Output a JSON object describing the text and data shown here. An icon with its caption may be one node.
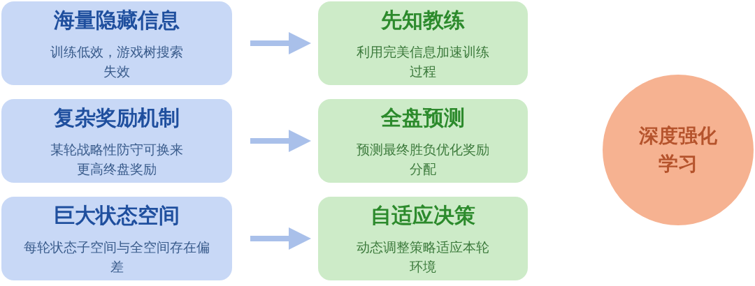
{
  "diagram": {
    "nodes": [
      {
        "text": [
          "海量隐藏信息",
          "训练低效，游戏树搜索失效"
        ]
      },
      {
        "text": [
          "复杂奖励机制",
          "某轮战略性防守可换来更高终盘奖励"
        ]
      },
      {
        "text": [
          "巨大状态空间",
          "每轮状态子空间与全空间存在偏差"
        ]
      },
      {
        "text": [
          "先知教练",
          "利用完美信息加速训练过程"
        ]
      },
      {
        "text": [
          "全盘预测",
          "预测最终胜负优化奖励分配"
        ]
      },
      {
        "text": [
          "自适应决策",
          "动态调整策略适应本轮环境"
        ]
      },
      {
        "text": [
          "深度强化学习"
        ]
      }
    ],
    "edges": [
      {
        "from": 0,
        "to": 3,
        "arrow": "to"
      },
      {
        "from": 1,
        "to": 4,
        "arrow": "to"
      },
      {
        "from": 2,
        "to": 5,
        "arrow": "to"
      }
    ]
  }
}
